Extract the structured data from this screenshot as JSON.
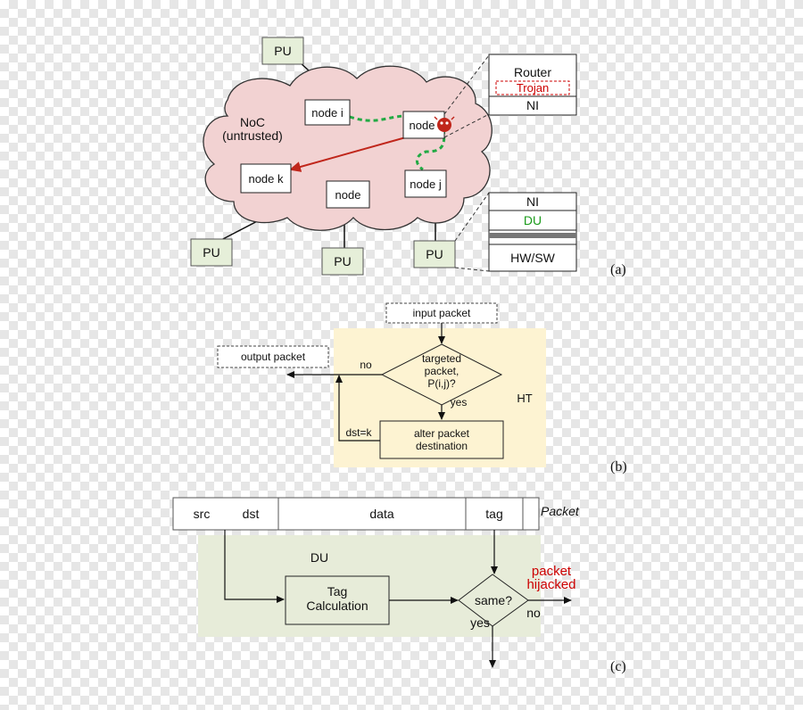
{
  "panel_a": {
    "pu_labels": [
      "PU",
      "PU",
      "PU",
      "PU"
    ],
    "noc_label_line1": "NoC",
    "noc_label_line2": "(untrusted)",
    "node_i": "node i",
    "node_trojan": "node",
    "node_k": "node k",
    "node_plain": "node",
    "node_j": "node j",
    "router_stack": {
      "router": "Router",
      "trojan": "Trojan",
      "ni": "NI"
    },
    "pu_stack": {
      "ni": "NI",
      "du": "DU",
      "hwsw": "HW/SW"
    },
    "caption": "(a)"
  },
  "panel_b": {
    "input_packet": "input packet",
    "output_packet": "output packet",
    "decision_line1": "targeted",
    "decision_line2": "packet,",
    "decision_line3": "P(i,j)?",
    "no_label": "no",
    "yes_label": "yes",
    "ht_label": "HT",
    "alter_line1": "alter packet",
    "alter_line2": "destination",
    "dst_label": "dst=k",
    "caption": "(b)"
  },
  "panel_c": {
    "packet_fields": {
      "src": "src",
      "dst": "dst",
      "data": "data",
      "tag": "tag"
    },
    "packet_label": "Packet",
    "du_label": "DU",
    "tag_calc_line1": "Tag",
    "tag_calc_line2": "Calculation",
    "same_label": "same?",
    "hijacked_line1": "packet",
    "hijacked_line2": "hijacked",
    "no_label": "no",
    "yes_label": "yes",
    "caption": "(c)"
  },
  "colors": {
    "cloud_fill": "#f2d2d2",
    "pu_fill": "#e6efd9",
    "ht_fill": "#fdf3d2",
    "du_fill": "#e7ecd9",
    "trojan_red": "#cc0000",
    "path_green": "#22aa44",
    "du_green": "#1a9a1a"
  }
}
